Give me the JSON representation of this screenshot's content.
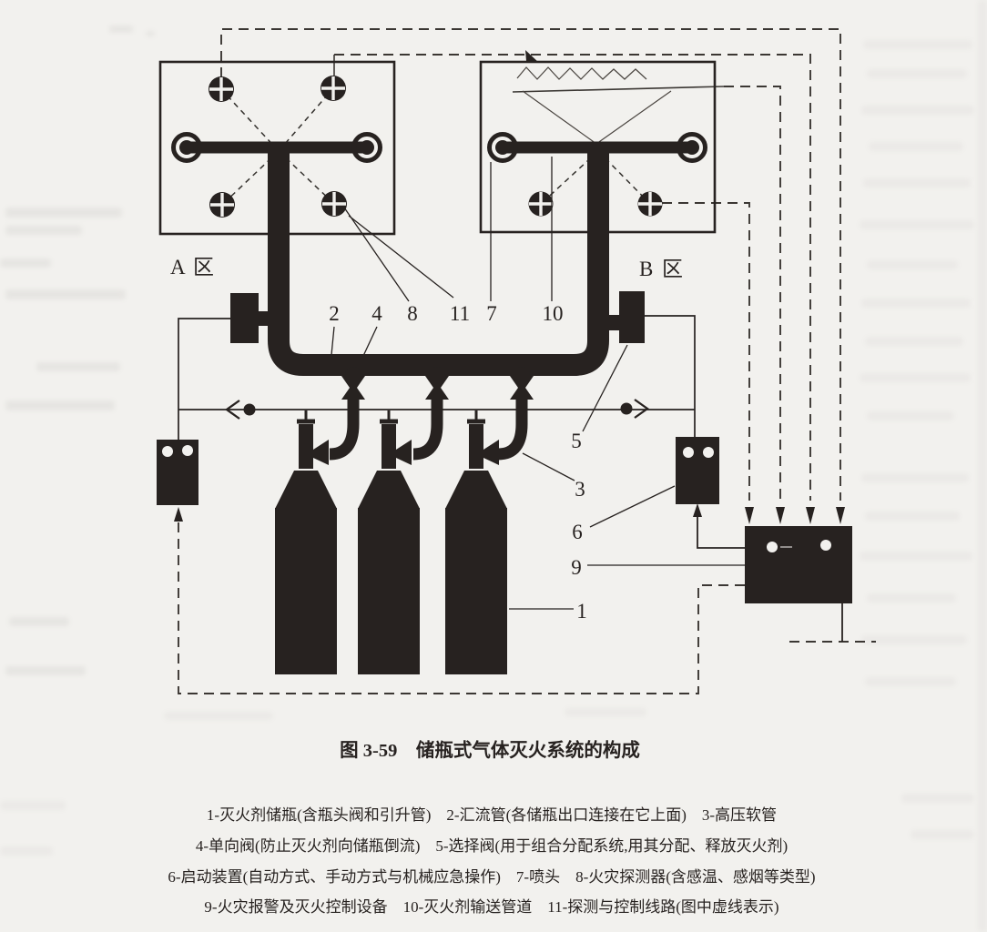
{
  "figure": {
    "caption": "图 3-59　储瓶式气体灭火系统的构成",
    "zone_a_label": "A 区",
    "zone_b_label": "B 区"
  },
  "callouts": {
    "c1": "1",
    "c2": "2",
    "c3": "3",
    "c4": "4",
    "c5": "5",
    "c6": "6",
    "c7": "7",
    "c8": "8",
    "c9": "9",
    "c10": "10",
    "c11": "11"
  },
  "legend": {
    "line1": "1-灭火剂储瓶(含瓶头阀和引升管)　2-汇流管(各储瓶出口连接在它上面)　3-高压软管",
    "line2": "4-单向阀(防止灭火剂向储瓶倒流)　5-选择阀(用于组合分配系统,用其分配、释放灭火剂)",
    "line3": "6-启动装置(自动方式、手动方式与机械应急操作)　7-喷头　8-火灾探测器(含感温、感烟等类型)",
    "line4": "9-火灾报警及灭火控制设备　10-灭火剂输送管道　11-探测与控制线路(图中虚线表示)"
  },
  "colors": {
    "ink": "#272220",
    "paper": "#f2f1ee",
    "wire_dash": "#3b3733"
  }
}
